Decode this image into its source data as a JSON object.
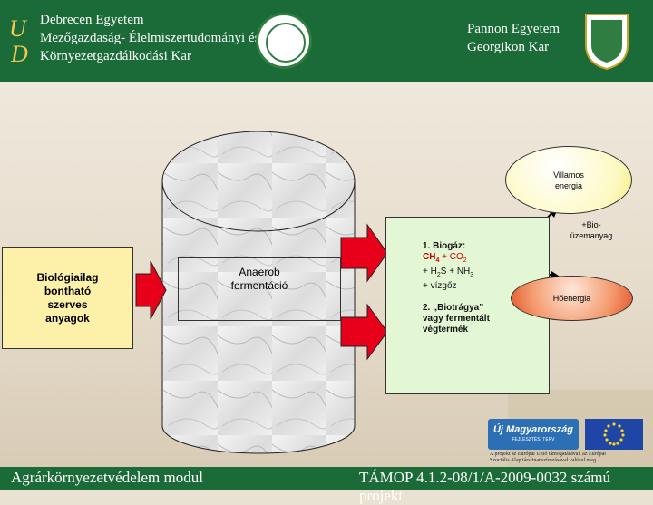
{
  "header": {
    "left_line1": "Debrecen Egyetem",
    "left_line2": "Mezőgazdaság- Élelmiszertudományi és",
    "left_line3": "Környezetgazdálkodási Kar",
    "right_line1": "Pannon Egyetem",
    "right_line2": "Georgikon Kar"
  },
  "diagram": {
    "input_line1": "Biológiailag",
    "input_line2": "bontható",
    "input_line3": "szerves",
    "input_line4": "anyagok",
    "ferm_line1": "Anaerob",
    "ferm_line2": "fermentáció",
    "biogas_title": "1. Biogáz:",
    "biogas_ch4": "CH",
    "biogas_ch4_sub": "4",
    "biogas_plus": " + CO",
    "biogas_co2_sub": "2",
    "biogas_h2s_pre": "+ H",
    "biogas_h2s_sub": "2",
    "biogas_h2s_post": "S + NH",
    "biogas_nh3_sub": "3",
    "biogas_steam": "+ vízgőz",
    "digestate_line1": "2. „Biotrágya”",
    "digestate_line2": "vagy fermentált",
    "digestate_line3": "végtermék",
    "electric_line1": "Villamos",
    "electric_line2": "energia",
    "fuel_line1": "+Bio-",
    "fuel_line2": "üzemanyag",
    "heat": "Hőenergia"
  },
  "eu": {
    "logo1": "Új Magyarország",
    "logo1_sub": "FEJLESZTÉSI TERV",
    "note_line1": "A projekt az Európai Unió támogatásával, az Európai",
    "note_line2": "Szociális Alap társfinanszírozásával valósul meg."
  },
  "footer": {
    "left": "Agrárkörnyezetvédelem modul",
    "right": "TÁMOP 4.1.2-08/1/A-2009-0032 számú projekt"
  },
  "colors": {
    "header_green": "#1b6b39",
    "input_box": "#fdf0a8",
    "product_box": "#e3f7d4",
    "arrow_red": "#e8001a",
    "heat_ellipse": "#f49a6e",
    "electric_ellipse": "#fdf9c2"
  }
}
